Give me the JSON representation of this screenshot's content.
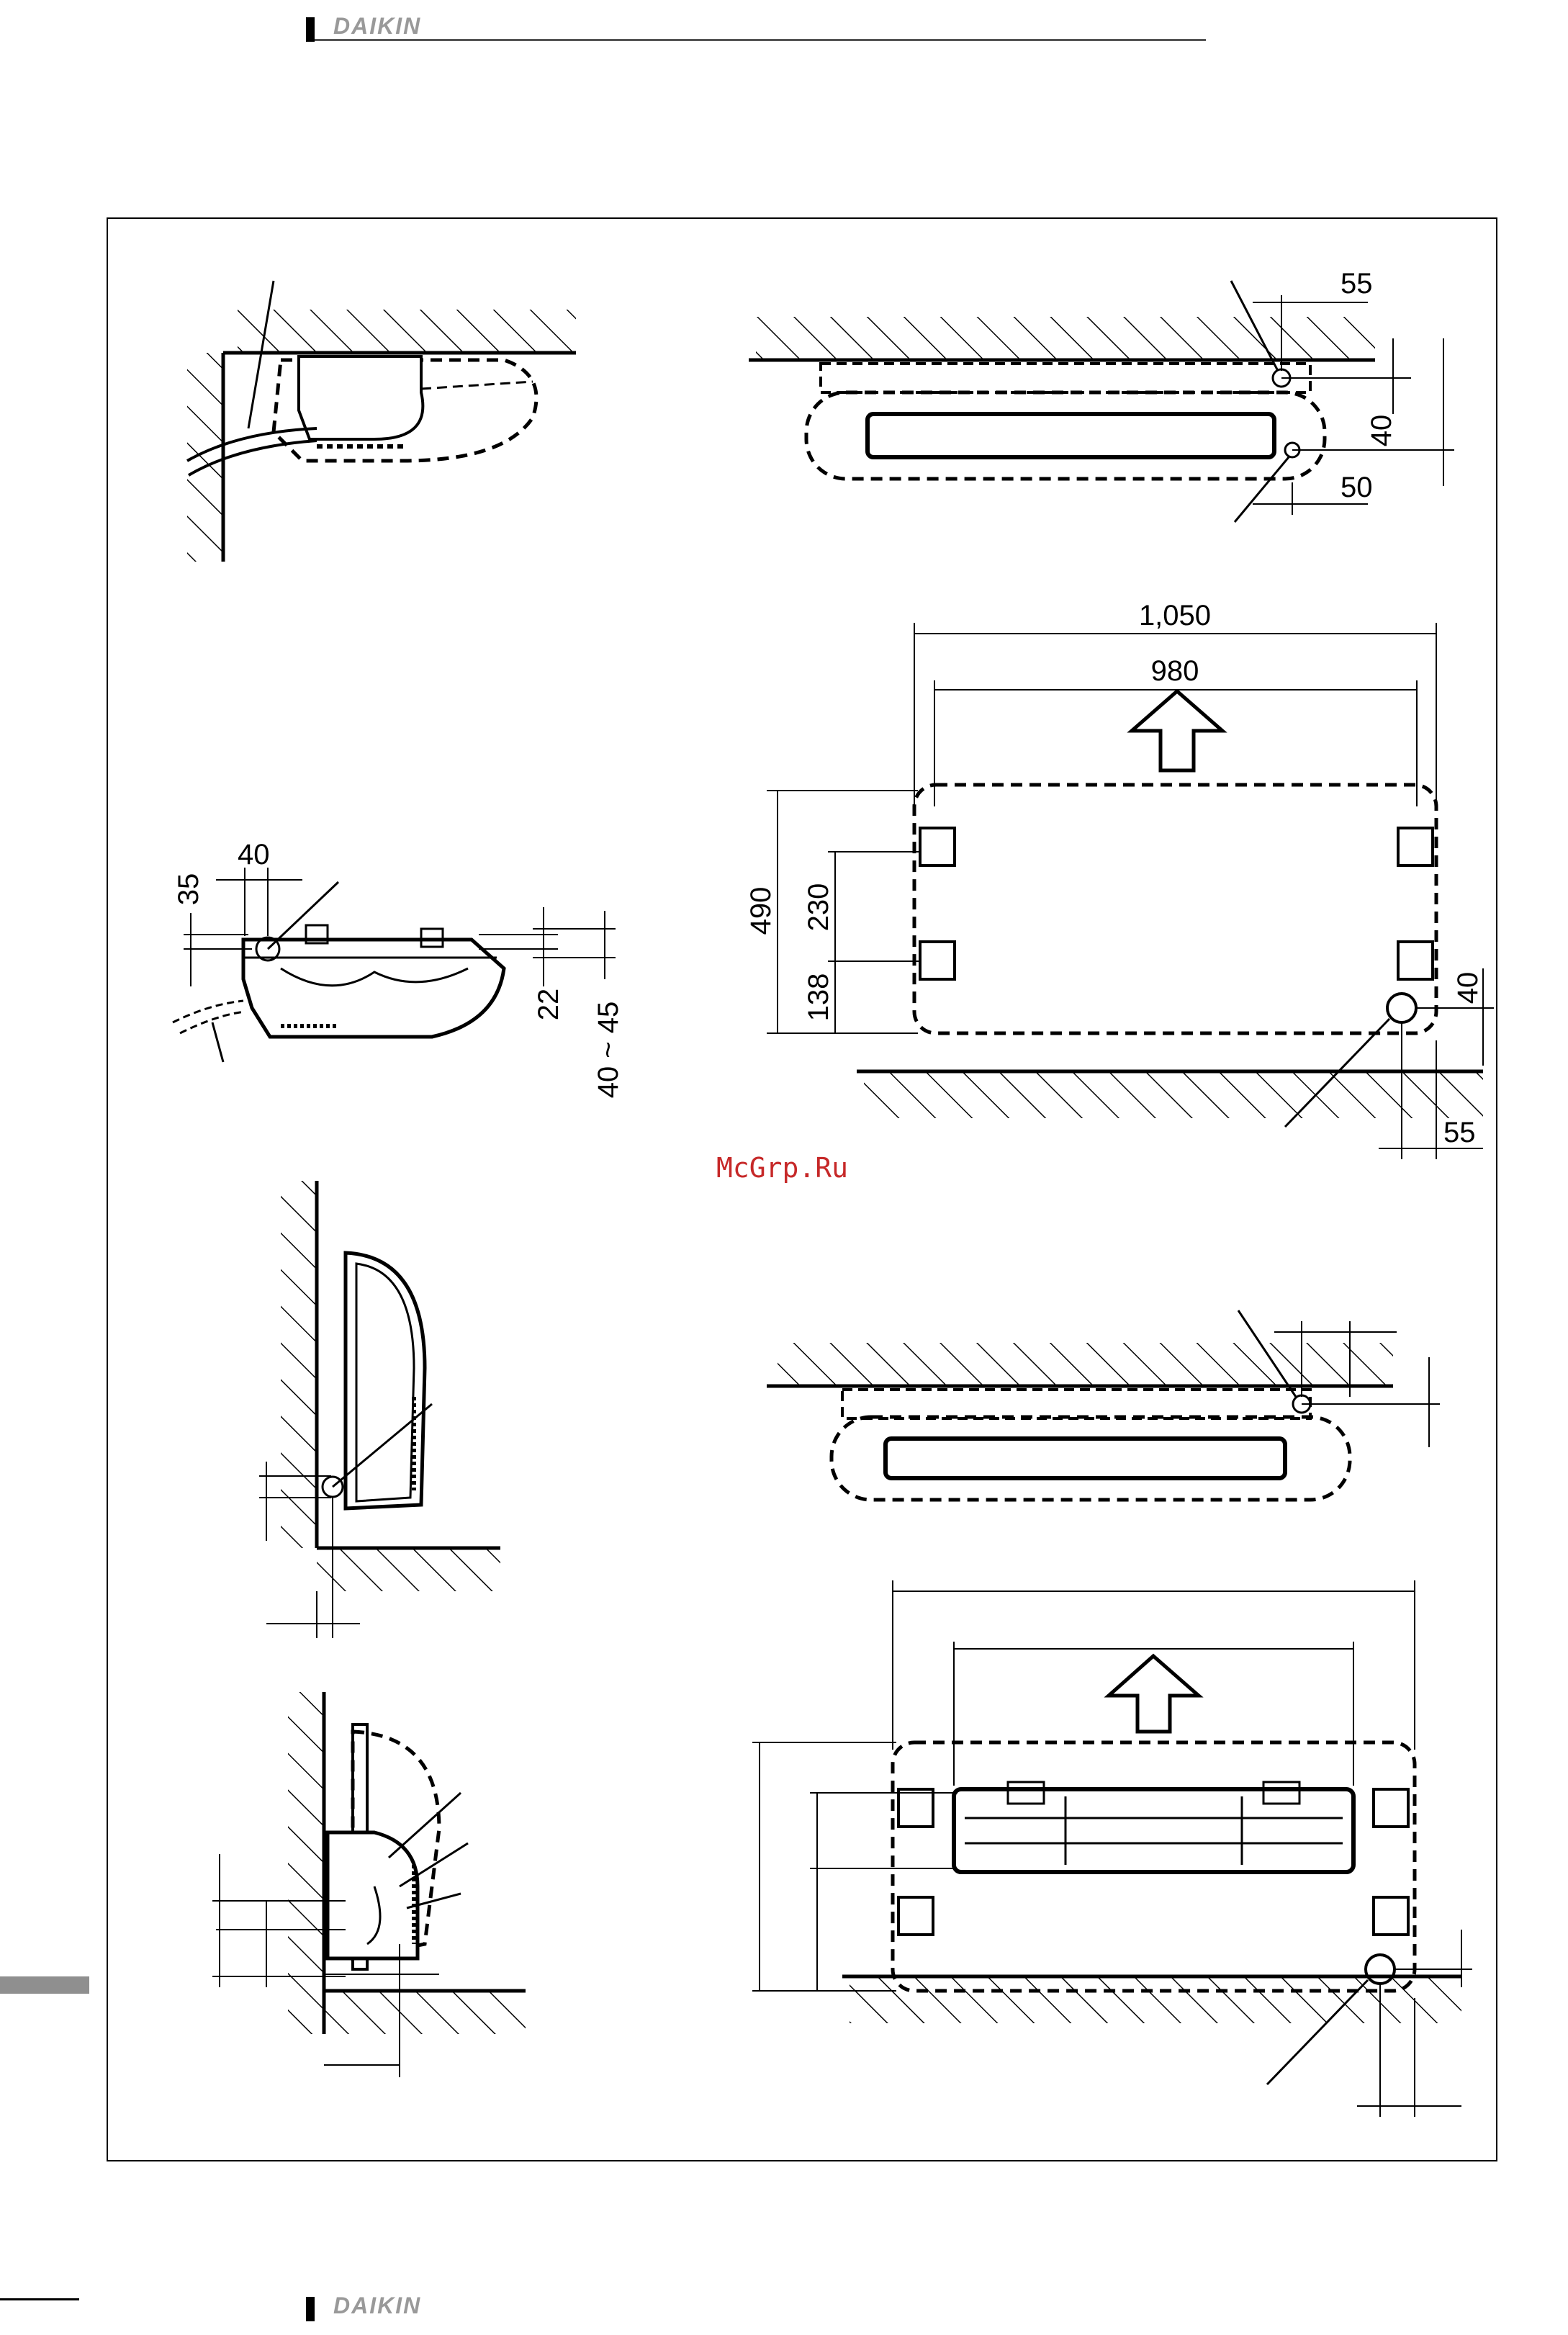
{
  "header": {
    "brand": "DAIKIN"
  },
  "footer": {
    "brand": "DAIKIN"
  },
  "watermark": "McGrp.Ru",
  "dimensions": {
    "top_right_a": "55",
    "top_right_b": "40",
    "top_right_c": "50",
    "width_outer": "1,050",
    "width_inner": "980",
    "height_total": "490",
    "height_mid": "230",
    "height_low": "138",
    "right_v": "40",
    "right_h": "55",
    "left_a": "35",
    "left_b": "40",
    "left_c": "22",
    "left_d": "40 ~ 45"
  }
}
